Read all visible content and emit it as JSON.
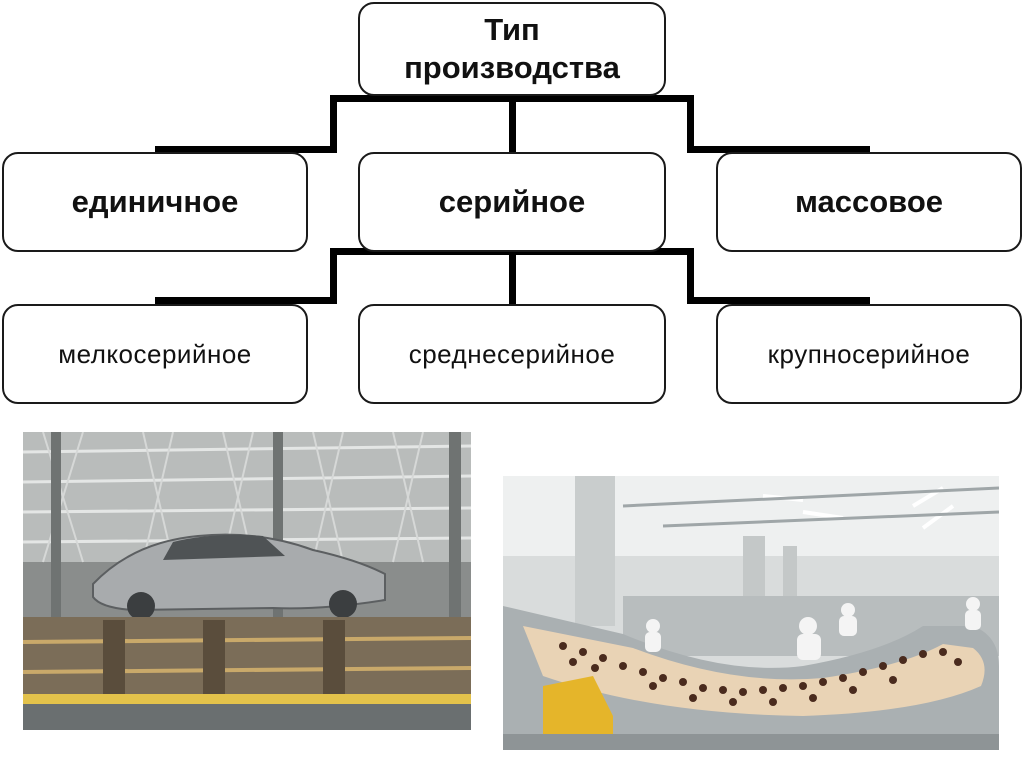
{
  "diagram": {
    "root": {
      "line1": "Тип",
      "line2": "производства"
    },
    "types": [
      "единичное",
      "серийное",
      "массовое"
    ],
    "serial_subtypes": [
      "мелкосерийное",
      "среднесерийное",
      "крупносерийное"
    ]
  },
  "photos": {
    "left": {
      "subject": "car-assembly-line"
    },
    "right": {
      "subject": "confectionery-conveyor"
    }
  }
}
